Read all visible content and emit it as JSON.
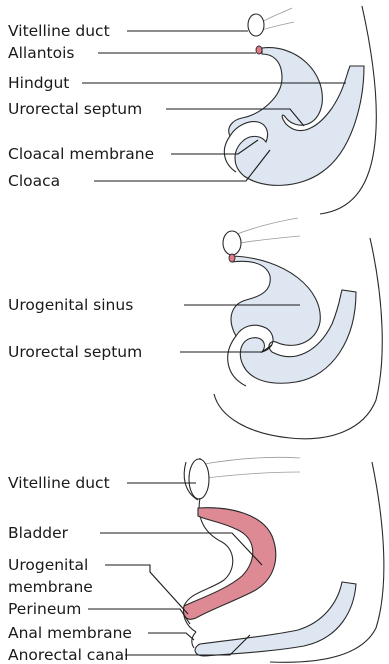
{
  "panels": [
    {
      "labels": {
        "vitelline_duct": "Vitelline duct",
        "allantois": "Allantois",
        "hindgut": "Hindgut",
        "urorectal_septum": "Urorectal septum",
        "cloacal_membrane": "Cloacal membrane",
        "cloaca": "Cloaca"
      }
    },
    {
      "labels": {
        "urogenital_sinus": "Urogenital sinus",
        "urorectal_septum": "Urorectal septum"
      }
    },
    {
      "labels": {
        "vitelline_duct": "Vitelline duct",
        "bladder": "Bladder",
        "urogenital_membrane_line1": "Urogenital",
        "urogenital_membrane_line2": "membrane",
        "perineum": "Perineum",
        "anal_membrane": "Anal membrane",
        "anorectal_canal": "Anorectal canal"
      }
    }
  ],
  "colors": {
    "endoderm_fill": "#dde6f1",
    "bladder_fill": "#dd8a95",
    "line": "#1a1a1a"
  }
}
